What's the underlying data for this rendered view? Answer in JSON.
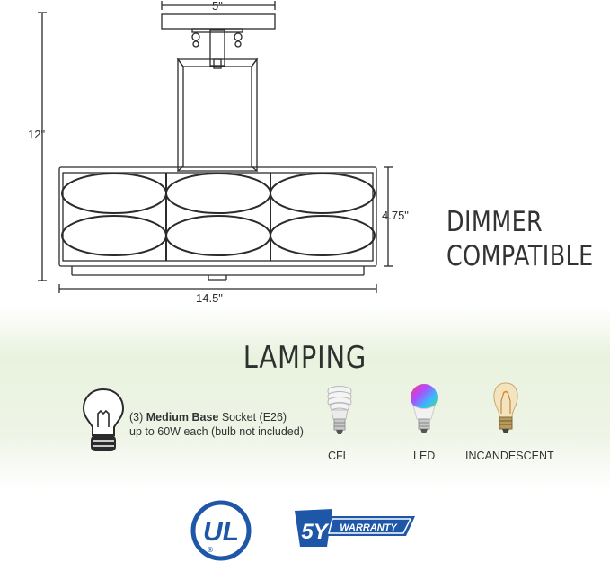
{
  "dimensions": {
    "width_label": "5\"",
    "height_label": "12\"",
    "shade_height_label": "4.75\"",
    "overall_width_label": "14.5\""
  },
  "feature": {
    "line1": "DIMMER",
    "line2": "COMPATIBLE"
  },
  "lamping": {
    "title": "LAMPING",
    "socket_count": "(3)",
    "socket_type": "Medium Base",
    "socket_suffix": "Socket (E26)",
    "wattage": "up to 60W each (bulb not included)",
    "bulbs": [
      {
        "label": "CFL",
        "icon": "cfl-bulb-icon"
      },
      {
        "label": "LED",
        "icon": "led-bulb-icon"
      },
      {
        "label": "INCANDESCENT",
        "icon": "edison-bulb-icon"
      }
    ]
  },
  "badges": {
    "ul_mark": "UL",
    "ul_small": "®",
    "warranty_years": "5Y",
    "warranty_text": "WARRANTY"
  },
  "colors": {
    "band_green": "#e9f2df",
    "badge_blue": "#1f57a8",
    "line": "#2b2b2b"
  }
}
